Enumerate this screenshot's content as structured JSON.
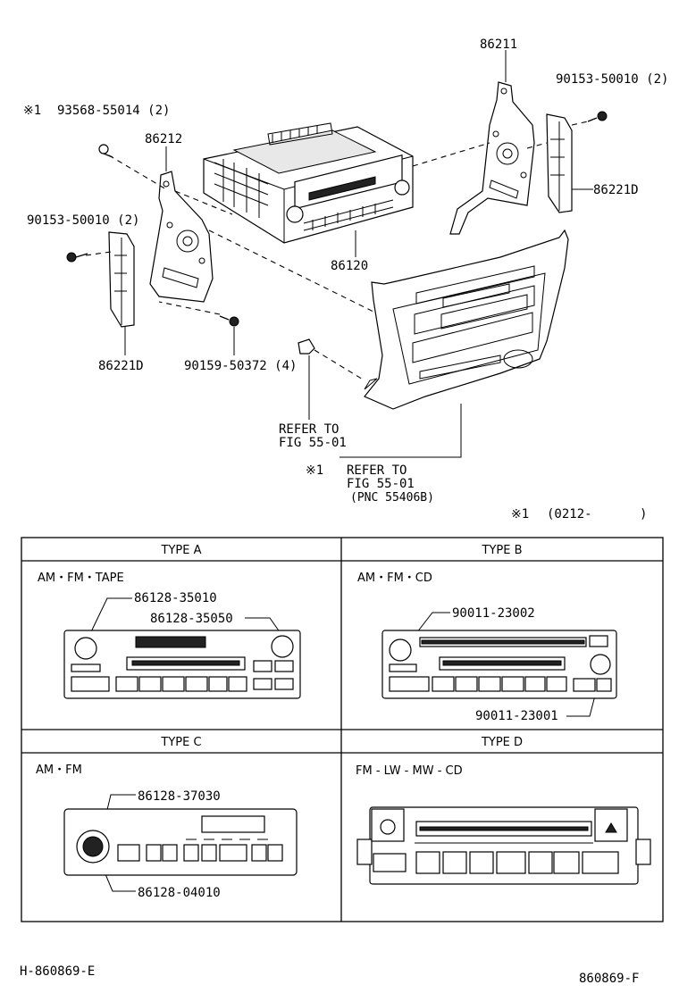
{
  "exploded_view": {
    "labels": {
      "p86211": "86211",
      "p90153_right": "90153-50010 (2)",
      "p86221d_right": "86221D",
      "p93568": "93568-55014 (2)",
      "ref_mark_top": "※1",
      "p86212": "86212",
      "p90153_left": "90153-50010 (2)",
      "p86120": "86120",
      "p86221d_left": "86221D",
      "p90159": "90159-50372 (4)",
      "refer1_line1": "REFER TO",
      "refer1_line2": "FIG 55-01",
      "ref_mark_bottom": "※1",
      "refer2_line1": "REFER TO",
      "refer2_line2": "FIG 55-01",
      "refer2_line3": "(PNC 55406B)",
      "note_mark": "※1",
      "note_text": "(0212-",
      "note_close": ")"
    }
  },
  "types_table": {
    "type_a": {
      "header": "TYPE A",
      "bands": "AM・FM・TAPE",
      "part1": "86128-35010",
      "part2": "86128-35050"
    },
    "type_b": {
      "header": "TYPE B",
      "bands": "AM・FM・CD",
      "part1": "90011-23002",
      "part2": "90011-23001"
    },
    "type_c": {
      "header": "TYPE C",
      "bands": "AM・FM",
      "part1": "86128-37030",
      "part2": "86128-04010"
    },
    "type_d": {
      "header": "TYPE D",
      "bands": "FM - LW - MW - CD"
    }
  },
  "footer": {
    "left_code": "H-860869-E",
    "right_code": "860869-F"
  }
}
